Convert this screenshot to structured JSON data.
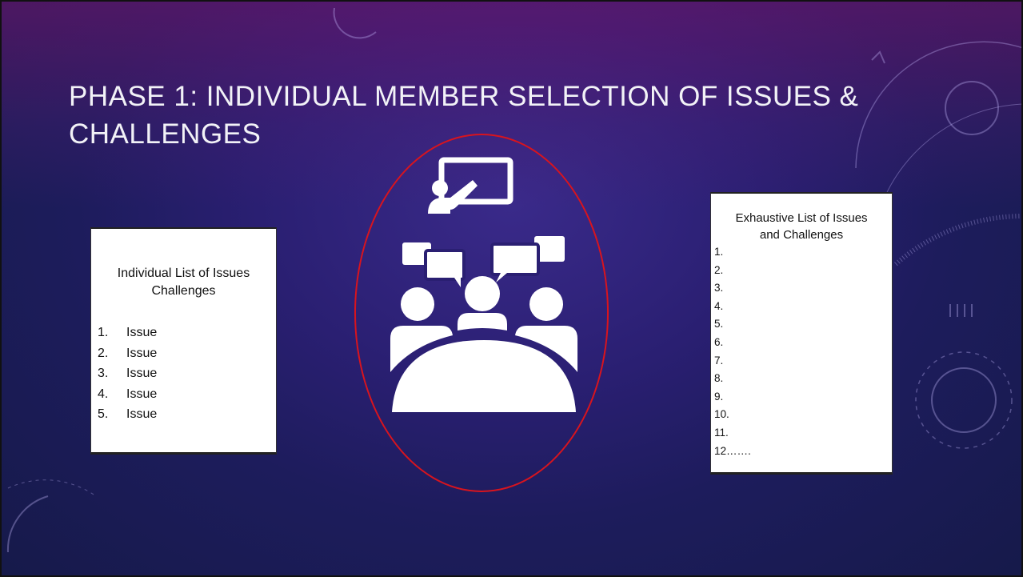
{
  "slide": {
    "title": "PHASE 1: INDIVIDUAL MEMBER SELECTION OF ISSUES & CHALLENGES"
  },
  "left_card": {
    "heading": "Individual List of Issues Challenges",
    "items": [
      {
        "number": "1.",
        "text": "Issue"
      },
      {
        "number": "2.",
        "text": "Issue"
      },
      {
        "number": "3.",
        "text": "Issue"
      },
      {
        "number": "4.",
        "text": "Issue"
      },
      {
        "number": "5.",
        "text": "Issue"
      }
    ]
  },
  "right_card": {
    "heading": "Exhaustive List of Issues and Challenges",
    "items": [
      "1.",
      "2.",
      "3.",
      "4.",
      "5.",
      "6.",
      "7.",
      "8.",
      "9.",
      "10.",
      "11.",
      "12……."
    ]
  },
  "center_graphic": {
    "icon": "meeting-discussion-icon",
    "oval_color": "#d8141e"
  },
  "colors": {
    "background_top": "#7a1d75",
    "background_main": "#2a1f72",
    "title_text": "#f2f2f7",
    "card_bg": "#ffffff"
  }
}
